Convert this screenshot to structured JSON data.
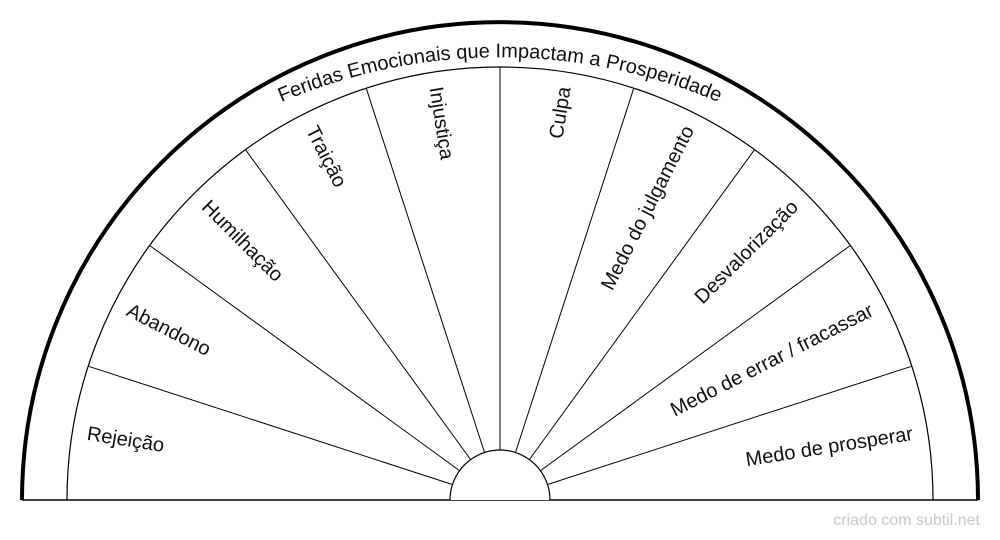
{
  "title": "Feridas Emocionais que Impactam a Prosperidade",
  "segments": [
    "Rejeição",
    "Abandono",
    "Humilhação",
    "Traição",
    "Injustiça",
    "Culpa",
    "Medo do julgamento",
    "Desvalorização",
    "Medo de errar / fracassar",
    "Medo de prosperar"
  ],
  "watermark": "criado com subtil.net",
  "colors": {
    "stroke": "#000000",
    "text": "#111111",
    "watermark": "#c8c8c8"
  }
}
